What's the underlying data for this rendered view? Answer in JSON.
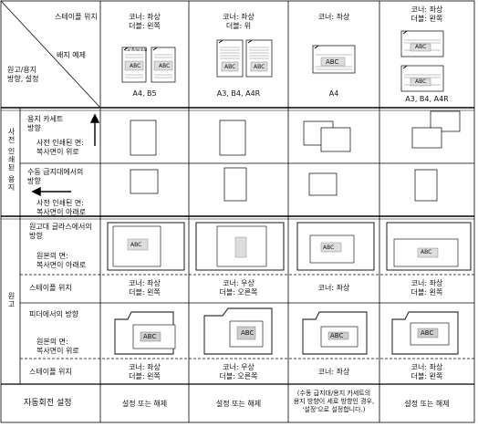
{
  "header": {
    "staple_pos_label": "스테이플 위치",
    "layout_example_label": "배지 예제",
    "orientation_label": "원고/용지\n방향, 설정",
    "columns": [
      {
        "staple": "코너: 좌상\n더블: 왼쪽",
        "sizes": "A4, B5"
      },
      {
        "staple": "코너: 좌상\n더블: 위",
        "sizes": "A3, B4, A4R"
      },
      {
        "staple": "코너: 좌상",
        "sizes": "A4"
      },
      {
        "staple": "코너: 좌상\n더블: 왼쪽",
        "sizes": "A3, B4, A4R"
      }
    ]
  },
  "sample": {
    "conf": "Confidential",
    "abc": "ABC"
  },
  "paper_section": {
    "title": "사전 인쇄된 용지",
    "cassette": {
      "title": "용지 카세트\n방향",
      "note": "사전 인쇄된 면:\n복사면이 위로"
    },
    "bypass": {
      "title": "수동 급지대에서의\n방향",
      "note": "사전 인쇄된 면:\n복사면이 아래로"
    }
  },
  "original_section": {
    "title": "원고",
    "glass": {
      "title": "원고대 글라스에서의\n방향",
      "note": "원본의 면:\n복사면이 아래로",
      "staple_label": "스테이플 위치",
      "staple_vals": [
        "코너: 좌상\n더블: 왼쪽",
        "코너: 우상\n더블: 오른쪽",
        "코너: 좌상",
        "코너: 좌상\n더블: 왼쪽"
      ]
    },
    "feeder": {
      "title": "피더에서의 방향",
      "note": "원본의 면:\n복사면이 위로",
      "staple_label": "스테이플 위치",
      "staple_vals": [
        "코너: 좌상\n더블: 왼쪽",
        "코너: 우상\n더블: 오른쪽",
        "코너: 좌상",
        "코너: 좌상\n더블: 왼쪽"
      ]
    }
  },
  "auto_rotate": {
    "label": "자동회전 설정",
    "values": [
      "설정 또는 해제",
      "설정 또는 해제",
      "(수동 급지대/용지 카세트의\n용지 방향이 세로 방향인 경우,\n'설정'으로 설정합니다.)",
      "설정 또는 해제"
    ]
  }
}
